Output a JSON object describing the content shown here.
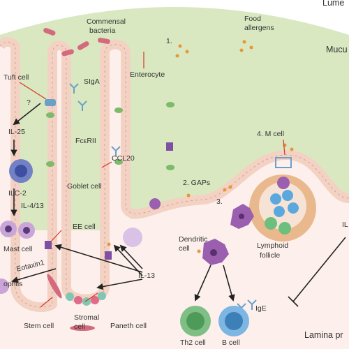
{
  "regions": {
    "lumen": "Lume",
    "mucus": "Mucu",
    "lamina_propria": "Lamina pr"
  },
  "cells": {
    "tuft_cell": "Tuft cell",
    "enterocyte": "Enterocyte",
    "goblet_cell": "Goblet cell",
    "ee_cell": "EE cell",
    "stem_cell": "Stem cell",
    "stromal_cell_line1": "Stromal",
    "stromal_cell_line2": "cell",
    "paneth_cell": "Paneth cell",
    "ilc2": "ILC-2",
    "mast_cell": "Mast cell",
    "eosinophils": "ophils",
    "m_cell": "4. M cell",
    "dendritic_line1": "Dendritic",
    "dendritic_line2": "cell",
    "lymphoid_line1": "Lymphoid",
    "lymphoid_line2": "follicle",
    "th2_cell": "Th2 cell",
    "b_cell": "B cell",
    "il_partial": "IL"
  },
  "molecules": {
    "commensal_line1": "Commensal",
    "commensal_line2": "bacteria",
    "food_line1": "Food",
    "food_line2": "allergens",
    "siga": "SIgA",
    "fceri": "FcεRII",
    "ccl20": "CCL20",
    "il25": "IL-25",
    "il4_13": "IL-4/13",
    "eotaxin": "Eotaxin1",
    "il13": "IL-13",
    "ige": "IgE",
    "question": "?"
  },
  "routes": {
    "route1": "1.",
    "route2": "2. GAPs",
    "route3": "3."
  },
  "colors": {
    "lumen_bg": "#ffffff",
    "mucus": "#d9e8c0",
    "epithelium": "#f3d2c3",
    "lamina": "#fdf0ec",
    "bacteria": "#d46a7e",
    "allergen": "#e8963a",
    "antibody": "#6aa0c8",
    "goblet": "#7dba6b",
    "tuft_ee": "#7e4fa3",
    "ilc2": "#7280c6",
    "th2": "#7fbf86",
    "bcell": "#7db5e3",
    "dendritic": "#9b5fb0",
    "label_line": "#d9342b"
  }
}
